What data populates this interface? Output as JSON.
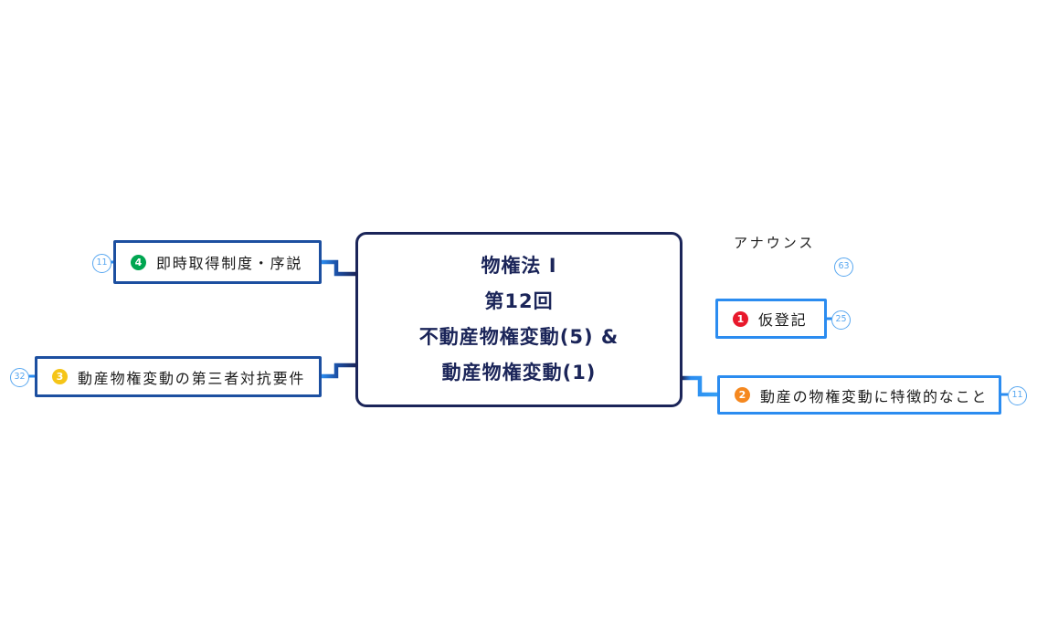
{
  "diagram": {
    "type": "mind-map",
    "background_color": "#ffffff",
    "root": {
      "lines": [
        "物権法 I",
        "第12回",
        "不動産物権変動(5) &",
        "動産物権変動(1)"
      ],
      "border_color": "#1b2559",
      "text_color": "#1b2559"
    },
    "branches": [
      {
        "id": "branch-4",
        "side": "left",
        "chip_number": "4",
        "chip_color": "#00a651",
        "label": "即時取得制度・序説",
        "count": "11",
        "border_color": "#1c4fa0"
      },
      {
        "id": "branch-3",
        "side": "left",
        "chip_number": "3",
        "chip_color": "#f5c518",
        "label": "動産物権変動の第三者対抗要件",
        "count": "32",
        "border_color": "#1c4fa0"
      },
      {
        "id": "branch-announce",
        "side": "right",
        "chip_number": "",
        "chip_color": "",
        "label": "アナウンス",
        "count": "63",
        "border_color": ""
      },
      {
        "id": "branch-1",
        "side": "right",
        "chip_number": "1",
        "chip_color": "#e8192c",
        "label": "仮登記",
        "count": "25",
        "border_color": "#2b8cf0"
      },
      {
        "id": "branch-2",
        "side": "right",
        "chip_number": "2",
        "chip_color": "#f5881f",
        "label": "動産の物権変動に特徴的なこと",
        "count": "11",
        "border_color": "#2b8cf0"
      }
    ],
    "badge_color": "#58a7f0"
  }
}
